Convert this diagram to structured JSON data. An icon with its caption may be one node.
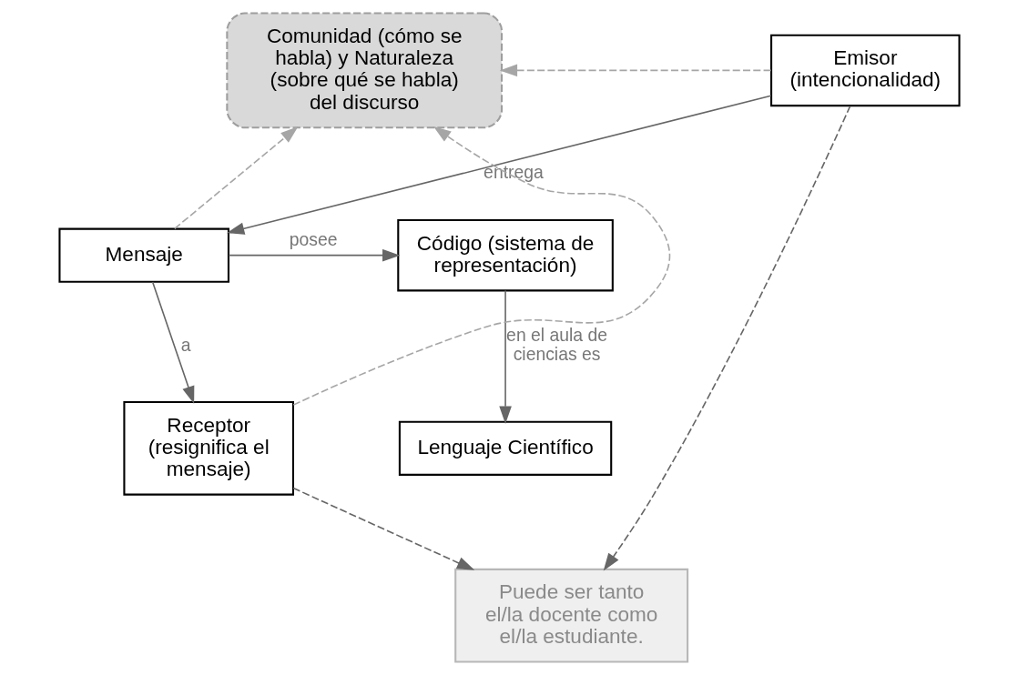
{
  "diagram": {
    "nodes": [
      {
        "text": [
          "Comunidad (cómo se habla) y Naturaleza  (sobre qué se habla) del discurso"
        ]
      },
      {
        "text": [
          "Emisor (intencionalidad)"
        ]
      },
      {
        "text": [
          "Código (sistema de representación)"
        ]
      },
      {
        "text": [
          "Mensaje"
        ]
      },
      {
        "text": [
          "Puede ser tanto el/la docente como el/la estudiante."
        ]
      },
      {
        "text": [
          "Receptor (resignifica el mensaje)"
        ]
      },
      {
        "text": [
          "Lenguaje Científico"
        ]
      }
    ],
    "edges": [
      {
        "from": 1,
        "to": 3,
        "arrow": "to",
        "label": "entrega"
      },
      {
        "from": 3,
        "to": 2,
        "arrow": "to",
        "label": "posee"
      },
      {
        "from": 2,
        "to": 6,
        "arrow": "to",
        "label": "en el aula de ciencias es"
      },
      {
        "from": 3,
        "to": 5,
        "arrow": "to",
        "label": "a"
      },
      {
        "from": 1,
        "to": 0,
        "arrow": "to",
        "style": "dashed",
        "color": "#a6a6a6"
      },
      {
        "from": 3,
        "to": 0,
        "arrow": "to",
        "style": "dashed",
        "color": "#a6a6a6"
      },
      {
        "from": 5,
        "to": 0,
        "arrow": "to",
        "style": "dashed",
        "color": "#a6a6a6"
      },
      {
        "from": 1,
        "to": 4,
        "arrow": "to",
        "style": "dashed"
      },
      {
        "from": 5,
        "to": 4,
        "arrow": "to",
        "style": "dashed"
      }
    ]
  }
}
